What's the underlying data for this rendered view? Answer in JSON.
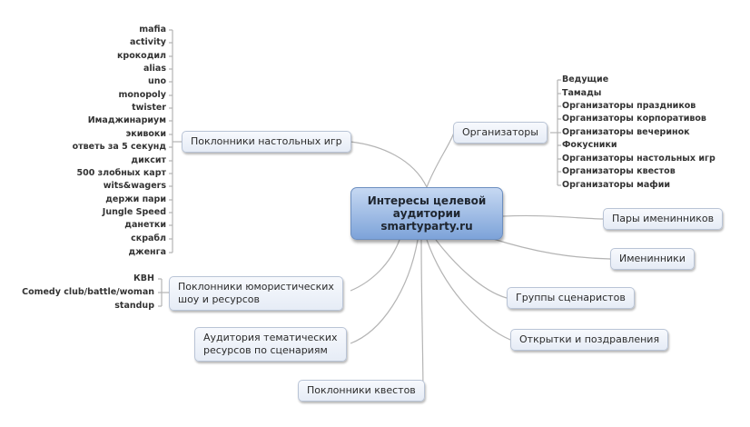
{
  "center": {
    "lines": [
      "Интересы целевой",
      "аудитории",
      "smartyparty.ru"
    ]
  },
  "board_games": {
    "label": "Поклонники настольных игр",
    "items": [
      "mafia",
      "activity",
      "крокодил",
      "alias",
      "uno",
      "monopoly",
      "twister",
      "Имаджинариум",
      "экивоки",
      "ответь за 5 секунд",
      "диксит",
      "500 злобных карт",
      "wits&wagers",
      "держи пари",
      "Jungle Speed",
      "данетки",
      "скрабл",
      "дженга"
    ]
  },
  "humor": {
    "lines": [
      "Поклонники юмористических",
      "шоу и ресурсов"
    ],
    "items": [
      "КВН",
      "Comedy club/battle/woman",
      "standup"
    ]
  },
  "thematic": {
    "lines": [
      "Аудитория тематических",
      "ресурсов по сценариям"
    ]
  },
  "quests": {
    "label": "Поклонники квестов"
  },
  "organizers": {
    "label": "Организаторы",
    "items": [
      "Ведущие",
      "Тамады",
      "Организаторы праздников",
      "Организаторы корпоративов",
      "Организаторы вечеринок",
      "Фокусники",
      "Организаторы настольных игр",
      "Организаторы квестов",
      "Организаторы мафии"
    ]
  },
  "couples": {
    "label": "Пары именинников"
  },
  "birthday": {
    "label": "Именинники"
  },
  "writers": {
    "label": "Группы сценаристов"
  },
  "cards": {
    "label": "Открытки и поздравления"
  }
}
